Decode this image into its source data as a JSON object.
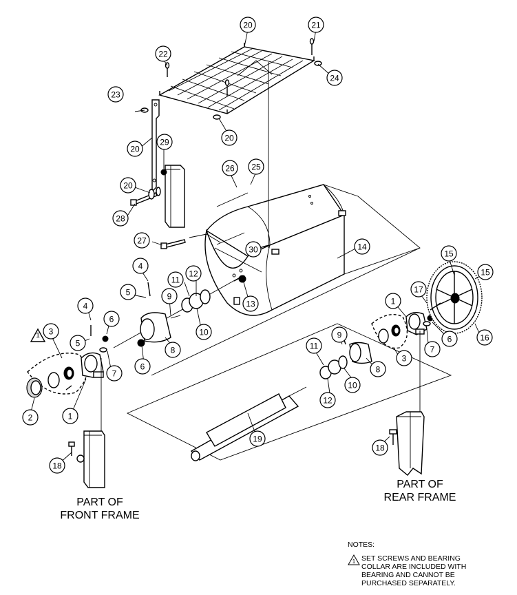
{
  "callouts": [
    "20",
    "21",
    "22",
    "23",
    "24",
    "20",
    "20",
    "29",
    "20",
    "28",
    "26",
    "25",
    "27",
    "30",
    "14",
    "4",
    "5",
    "9",
    "11",
    "12",
    "13",
    "10",
    "4",
    "5",
    "6",
    "6",
    "7",
    "8",
    "3",
    "2",
    "1",
    "18",
    "15",
    "15",
    "17",
    "1",
    "6",
    "7",
    "16",
    "9",
    "11",
    "12",
    "10",
    "8",
    "3",
    "19",
    "18"
  ],
  "warning_mark": "1",
  "captions": {
    "front_line1": "PART OF",
    "front_line2": "FRONT FRAME",
    "rear_line1": "PART OF",
    "rear_line2": "REAR FRAME"
  },
  "notes": {
    "heading": "NOTES:",
    "mark": "1",
    "text_lines": [
      "SET SCREWS AND BEARING",
      "COLLAR ARE INCLUDED WITH",
      "BEARING AND CANNOT BE",
      "PURCHASED SEPARATELY."
    ]
  }
}
